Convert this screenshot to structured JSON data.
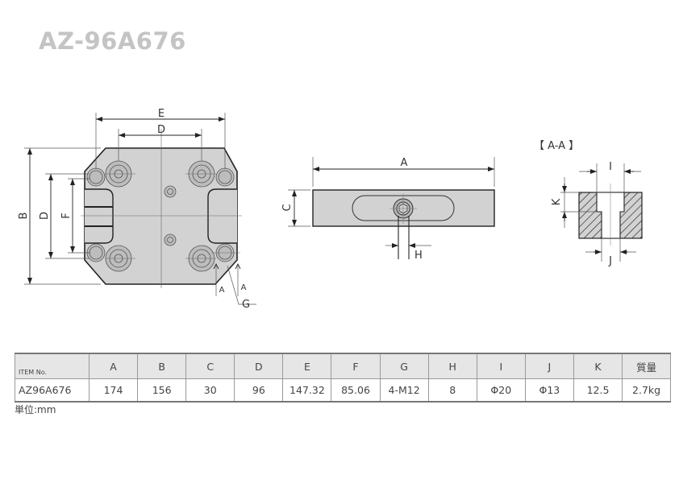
{
  "title": "AZ-96A676",
  "drawing": {
    "top_view_labels": {
      "E": "E",
      "D_horizontal": "D",
      "B": "B",
      "D_vertical": "D",
      "F": "F",
      "section_a_left": "A",
      "section_a_right": "A",
      "G": "G"
    },
    "side_view_labels": {
      "A": "A",
      "C": "C",
      "H": "H"
    },
    "section_view": {
      "title": "【 A-A 】",
      "I": "I",
      "K": "K",
      "J": "J"
    }
  },
  "table": {
    "corner_label": "ITEM No.",
    "headers": [
      "A",
      "B",
      "C",
      "D",
      "E",
      "F",
      "G",
      "H",
      "I",
      "J",
      "K",
      "質量"
    ],
    "rows": [
      {
        "item": "AZ96A676",
        "values": [
          "174",
          "156",
          "30",
          "96",
          "147.32",
          "85.06",
          "4-M12",
          "8",
          "Φ20",
          "Φ13",
          "12.5",
          "2.7kg"
        ]
      }
    ]
  },
  "unit_note": "単位:mm"
}
